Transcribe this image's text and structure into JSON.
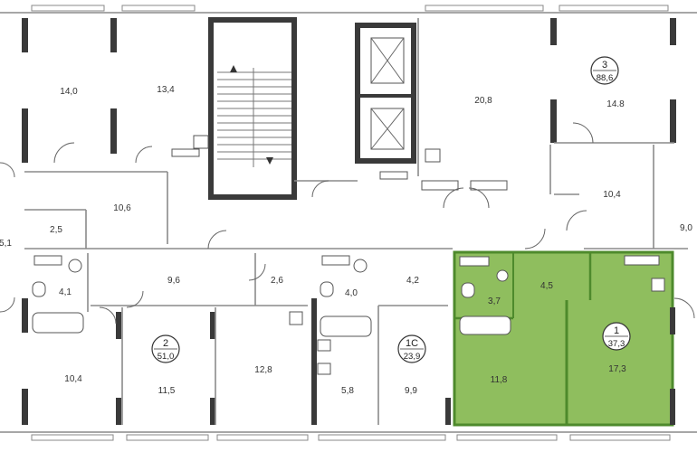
{
  "plan": {
    "highlight_color": "#8fbe5e",
    "highlight_border": "#4e8a2c",
    "rooms": [
      {
        "id": "r-14-0",
        "area": "14,0"
      },
      {
        "id": "r-13-4",
        "area": "13,4"
      },
      {
        "id": "r-20-8",
        "area": "20,8"
      },
      {
        "id": "r-14-8",
        "area": "14.8"
      },
      {
        "id": "r-10-6",
        "area": "10,6"
      },
      {
        "id": "r-10-4a",
        "area": "10,4"
      },
      {
        "id": "r-9-0",
        "area": "9,0"
      },
      {
        "id": "r-2-5",
        "area": "2,5"
      },
      {
        "id": "r-5-1",
        "area": "5,1"
      },
      {
        "id": "r-4-1",
        "area": "4,1"
      },
      {
        "id": "r-9-6",
        "area": "9,6"
      },
      {
        "id": "r-2-6",
        "area": "2,6"
      },
      {
        "id": "r-4-0",
        "area": "4,0"
      },
      {
        "id": "r-4-2",
        "area": "4,2"
      },
      {
        "id": "r-3-7",
        "area": "3,7"
      },
      {
        "id": "r-4-5",
        "area": "4,5"
      },
      {
        "id": "r-10-4b",
        "area": "10,4"
      },
      {
        "id": "r-11-5",
        "area": "11,5"
      },
      {
        "id": "r-12-8",
        "area": "12,8"
      },
      {
        "id": "r-5-8",
        "area": "5,8"
      },
      {
        "id": "r-9-9",
        "area": "9,9"
      },
      {
        "id": "r-11-8",
        "area": "11,8"
      },
      {
        "id": "r-17-3",
        "area": "17,3"
      }
    ],
    "apartments": [
      {
        "id": "apt-3",
        "number": "3",
        "total": "88,6"
      },
      {
        "id": "apt-2",
        "number": "2",
        "total": "51,0"
      },
      {
        "id": "apt-1c",
        "number": "1С",
        "total": "23,9"
      },
      {
        "id": "apt-1",
        "number": "1",
        "total": "37,3"
      }
    ]
  }
}
